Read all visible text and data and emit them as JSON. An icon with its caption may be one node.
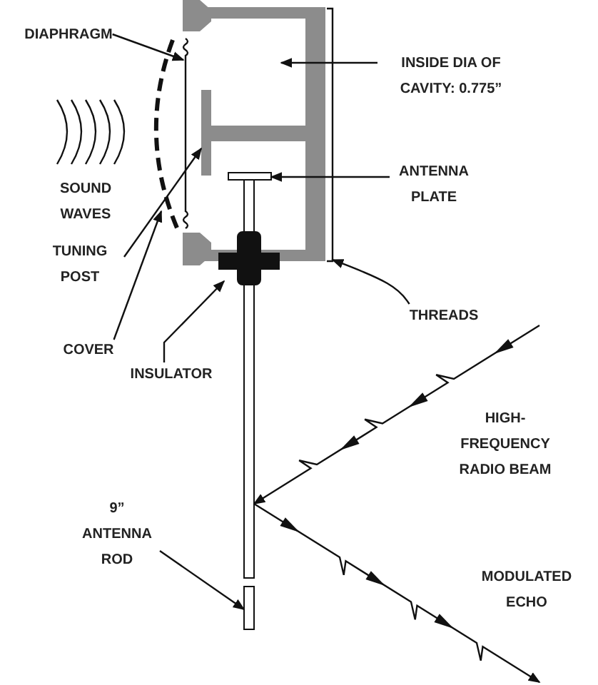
{
  "diagram": {
    "nodes": [
      {
        "text": [
          "DIAPHRAGM"
        ]
      },
      {
        "text": [
          "INSIDE DIA OF CAVITY: 0.775”"
        ]
      },
      {
        "text": [
          "ANTENNA PLATE"
        ]
      },
      {
        "text": [
          "TUNING POST"
        ]
      },
      {
        "text": [
          "THREADS"
        ]
      },
      {
        "text": [
          "COVER"
        ]
      },
      {
        "text": [
          "INSULATOR"
        ]
      },
      {
        "text": [
          "9” ANTENNA ROD"
        ]
      },
      {
        "text": [],
        "shape": "arc"
      },
      {
        "text": [],
        "shape": "line"
      },
      {
        "text": [],
        "shape": "bar"
      },
      {
        "text": [],
        "shape": "bar"
      },
      {
        "text": [],
        "shape": "bar"
      },
      {
        "text": [],
        "shape": "box"
      },
      {
        "text": [],
        "shape": "line"
      }
    ],
    "edges": [
      {
        "from": 0,
        "to": 9,
        "arrow": "to"
      },
      {
        "from": 1,
        "to": null,
        "arrow": "to"
      },
      {
        "from": 2,
        "to": 11,
        "arrow": "to"
      },
      {
        "from": 3,
        "to": 10,
        "arrow": "to"
      },
      {
        "from": 4,
        "to": 14,
        "arrow": "to"
      },
      {
        "from": 5,
        "to": 8,
        "arrow": "to"
      },
      {
        "from": 6,
        "to": 13,
        "arrow": "to"
      },
      {
        "from": 7,
        "to": 12,
        "arrow": "to"
      },
      {
        "from": null,
        "to": 12,
        "arrow": "to",
        "label": "HIGH-FREQUENCY RADIO BEAM"
      },
      {
        "from": 12,
        "to": null,
        "arrow": "to",
        "label": "MODULATED ECHO"
      }
    ],
    "labels": [
      "SOUND WAVES"
    ]
  }
}
